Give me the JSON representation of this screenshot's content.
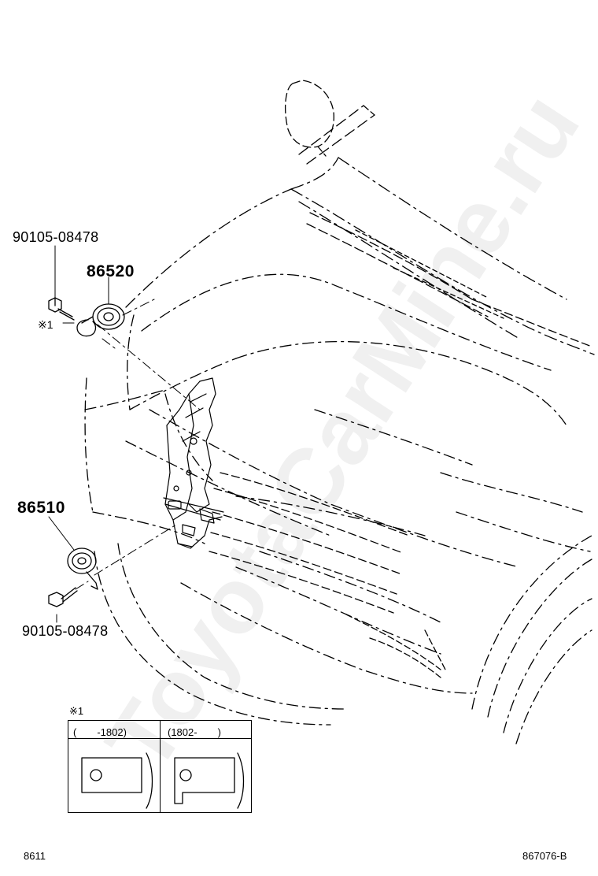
{
  "labels": {
    "bolt_top": "90105-08478",
    "horn_high": "86520",
    "note_marker": "※1",
    "horn_low": "86510",
    "bolt_bottom": "90105-08478"
  },
  "inset": {
    "title": "※1",
    "col_a": "(　　-1802)",
    "col_b": "(1802-　　)"
  },
  "footer": {
    "left_code": "8611",
    "right_code": "867076-B"
  },
  "watermark": "ToyotaCarMine.ru"
}
